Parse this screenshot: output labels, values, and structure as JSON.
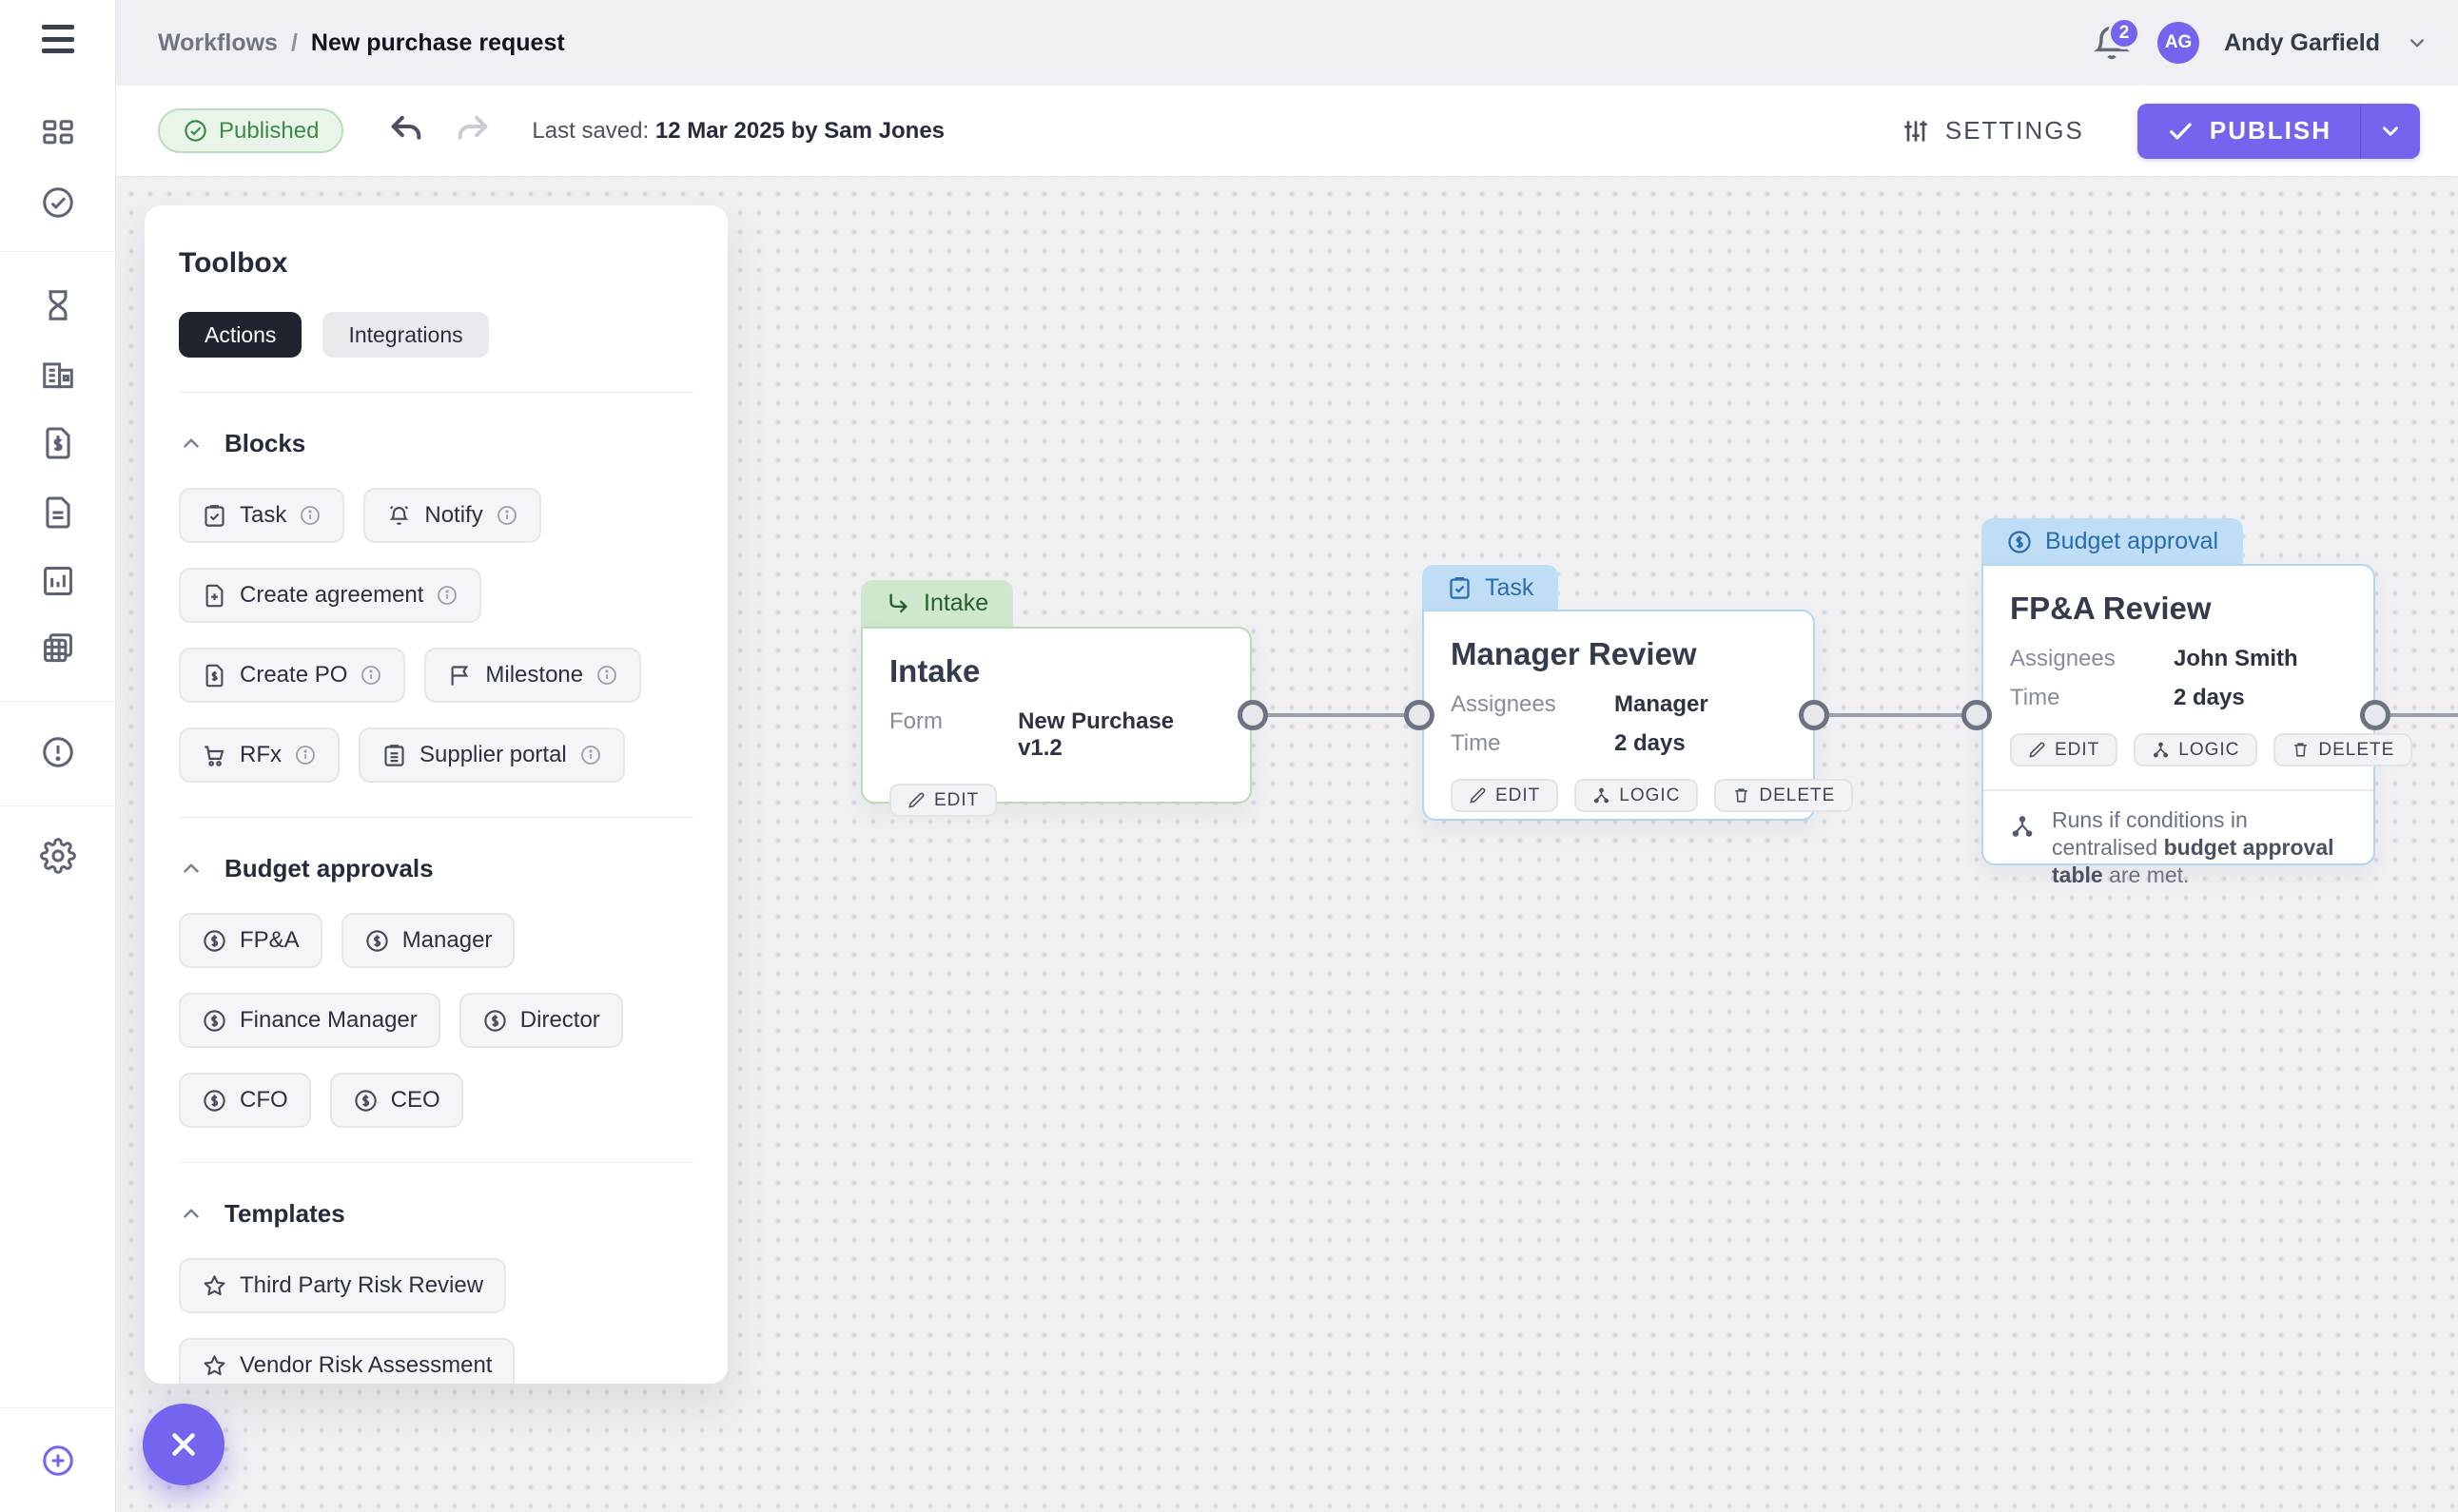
{
  "header": {
    "breadcrumb": {
      "section": "Workflows",
      "separator": "/",
      "page": "New purchase request"
    },
    "notification_count": "2",
    "user": {
      "initials": "AG",
      "name": "Andy Garfield"
    }
  },
  "toolbar": {
    "status_badge": "Published",
    "last_saved_label": "Last saved:",
    "last_saved_value": "12 Mar 2025 by Sam Jones",
    "settings_label": "SETTINGS",
    "publish_label": "PUBLISH"
  },
  "sidebar": {
    "icons": [
      "hamburger-menu",
      "dashboard",
      "check-circle",
      "hourglass",
      "organization",
      "invoice-dollar",
      "document",
      "bar-chart",
      "tables",
      "alert-circle",
      "gear",
      "plus-circle"
    ]
  },
  "toolbox": {
    "title": "Toolbox",
    "tabs": [
      {
        "label": "Actions",
        "active": true
      },
      {
        "label": "Integrations",
        "active": false
      }
    ],
    "blocks": {
      "title": "Blocks",
      "items": [
        "Task",
        "Notify",
        "Create agreement",
        "Create PO",
        "Milestone",
        "RFx",
        "Supplier portal"
      ]
    },
    "budget_approvals": {
      "title": "Budget approvals",
      "items": [
        "FP&A",
        "Manager",
        "Finance Manager",
        "Director",
        "CFO",
        "CEO"
      ]
    },
    "templates": {
      "title": "Templates",
      "items": [
        "Third Party Risk Review",
        "Vendor Risk Assessment"
      ]
    }
  },
  "canvas": {
    "nodes": [
      {
        "tag": "Intake",
        "title": "Intake",
        "rows": [
          {
            "label": "Form",
            "value": "New Purchase v1.2"
          }
        ],
        "buttons": [
          "EDIT"
        ]
      },
      {
        "tag": "Task",
        "title": "Manager Review",
        "rows": [
          {
            "label": "Assignees",
            "value": "Manager"
          },
          {
            "label": "Time",
            "value": "2 days"
          }
        ],
        "buttons": [
          "EDIT",
          "LOGIC",
          "DELETE"
        ]
      },
      {
        "tag": "Budget approval",
        "title": "FP&A Review",
        "rows": [
          {
            "label": "Assignees",
            "value": "John Smith"
          },
          {
            "label": "Time",
            "value": "2 days"
          }
        ],
        "buttons": [
          "EDIT",
          "LOGIC",
          "DELETE"
        ],
        "note": {
          "part1": "Runs if conditions in centralised ",
          "bold": "budget approval table",
          "part2": " are met."
        }
      }
    ]
  },
  "icons_map": {
    "hamburger-menu": "≡",
    "bell": "notification bell outline",
    "chevron-down": "v",
    "check": "✓",
    "undo": "curved left arrow",
    "redo": "curved right arrow",
    "sliders": "settings equalizer",
    "corner-down-right": "↳",
    "clipboard-check": "task board",
    "dollar-circle": "$ in circle",
    "pencil": "edit pen",
    "branch": "logic merge Y",
    "trash": "delete bin",
    "info": "i in circle",
    "star": "☆",
    "flag": "milestone flag",
    "cart": "shopping cart",
    "file-plus": "document +",
    "file-dollar": "document $",
    "clipboard-lines": "clipboard list",
    "close": "✕",
    "plus-circle": "⊕"
  },
  "colors": {
    "accent_purple": "#7565ee",
    "published_green": "#3c8a44",
    "intake_tag_bg": "#cfe7cc",
    "intake_border": "#b9dcb6",
    "task_tag_bg": "#bfdef6",
    "task_border": "#b0d6f1",
    "canvas_bg": "#f0f0f3",
    "dark_tab": "#20242f"
  }
}
